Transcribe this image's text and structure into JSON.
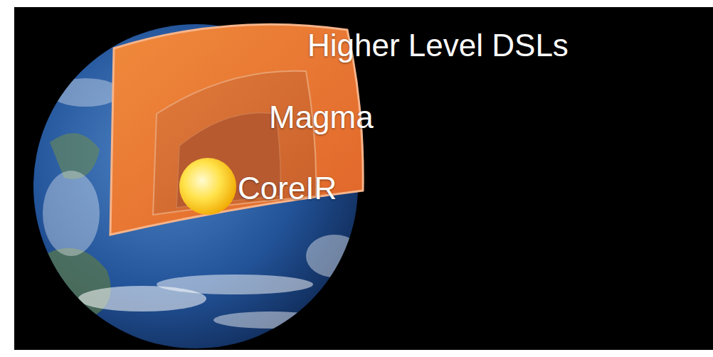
{
  "diagram": {
    "labels": [
      "Higher Level DSLs",
      "Magma",
      "CoreIR"
    ]
  }
}
